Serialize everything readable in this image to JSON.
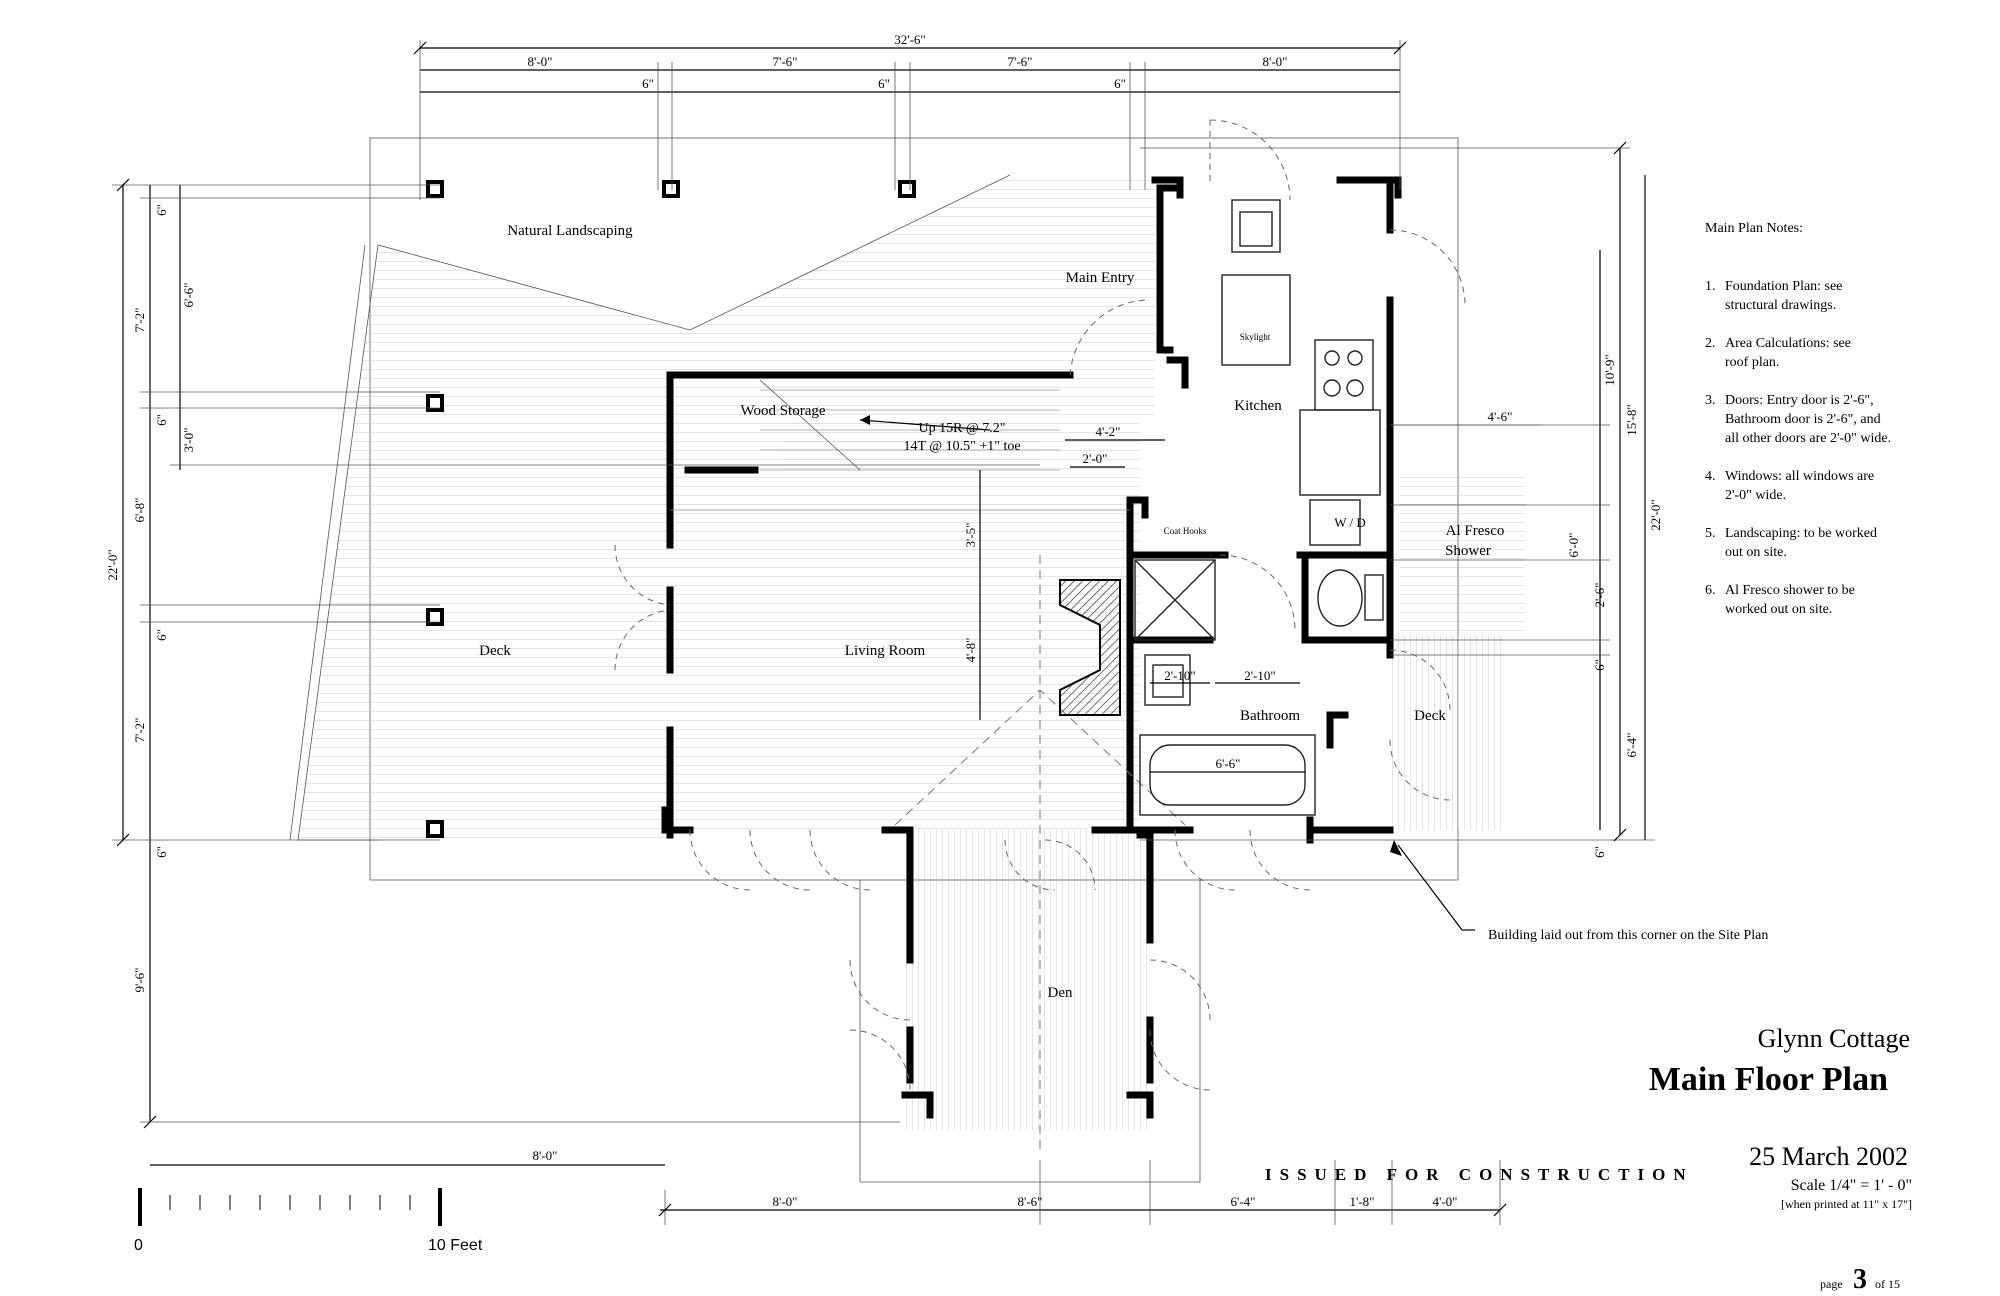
{
  "sheet": {
    "project_name": "Glynn Cottage",
    "drawing_title": "Main Floor Plan",
    "date": "25 March 2002",
    "scale_label": "Scale 1/4\" = 1' - 0\"",
    "print_note": "[when printed at 11\" x 17\"]",
    "status_stamp": "ISSUED FOR CONSTRUCTION",
    "page_prefix": "page",
    "page_number": "3",
    "page_of": "of 15"
  },
  "notes": {
    "heading": "Main Plan Notes:",
    "items": [
      {
        "num": "1.",
        "lines": [
          "Foundation Plan:  see",
          "structural drawings."
        ]
      },
      {
        "num": "2.",
        "lines": [
          "Area Calculations:  see",
          "roof plan."
        ]
      },
      {
        "num": "3.",
        "lines": [
          "Doors:  Entry door is 2'-6\",",
          "Bathroom door is 2'-6\", and",
          "all other doors are 2'-0\" wide."
        ]
      },
      {
        "num": "4.",
        "lines": [
          "Windows:  all windows are",
          "2'-0\" wide."
        ]
      },
      {
        "num": "5.",
        "lines": [
          "Landscaping:  to be worked",
          "out on site."
        ]
      },
      {
        "num": "6.",
        "lines": [
          "Al Fresco shower to be",
          "worked out on site."
        ]
      }
    ]
  },
  "rooms": {
    "natural_landscaping": "Natural Landscaping",
    "main_entry": "Main Entry",
    "wood_storage": "Wood Storage",
    "kitchen": "Kitchen",
    "deck_west": "Deck",
    "living_room": "Living Room",
    "bathroom": "Bathroom",
    "deck_east": "Deck",
    "den": "Den",
    "al_fresco_1": "Al Fresco",
    "al_fresco_2": "Shower",
    "skylight": "Skylight",
    "coat_hooks": "Coat Hooks",
    "wd": "W / D"
  },
  "stair": {
    "line1": "Up 15R @ 7.2\"",
    "line2": "14T @ 10.5\" +1\" toe"
  },
  "annotation": {
    "corner_note": "Building laid out from this corner on the Site Plan"
  },
  "scale_bar": {
    "start_label": "0",
    "end_label": "10  Feet"
  },
  "dimensions": {
    "top_overall": "32'-6\"",
    "top_8a": "8'-0\"",
    "top_76a": "7'-6\"",
    "top_76b": "7'-6\"",
    "top_8b": "8'-0\"",
    "top_6a": "6\"",
    "top_6b": "6\"",
    "top_6c": "6\"",
    "left_overall": "22'-0\"",
    "left_72a": "7'-2\"",
    "left_68": "6'-8\"",
    "left_72b": "7'-2\"",
    "left_95": "9'-6\"",
    "left_6a": "6\"",
    "left_6b": "6\"",
    "left_6c": "6\"",
    "left_6d": "6\"",
    "left_66": "6'-6\"",
    "left_30": "3'-0\"",
    "right_overall": "22'-0\"",
    "right_158": "15'-8\"",
    "right_109": "10'-9\"",
    "right_60": "6'-0\"",
    "right_26": "2'-6\"",
    "right_6a": "6\"",
    "right_64": "6'-4\"",
    "right_6b": "6\"",
    "bottom_8a": "8'-0\"",
    "bottom_86": "8'-6\"",
    "bottom_64": "6'-4\"",
    "bottom_18": "1'-8\"",
    "bottom_40": "4'-0\"",
    "den_8": "8'-0\"",
    "int_42": "4'-2\"",
    "int_20": "2'-0\"",
    "int_35": "3'-5\"",
    "int_48": "4'-8\"",
    "int_210a": "2'-10\"",
    "int_210b": "2'-10\"",
    "int_66": "6'-6\"",
    "int_46": "4'-6\""
  }
}
